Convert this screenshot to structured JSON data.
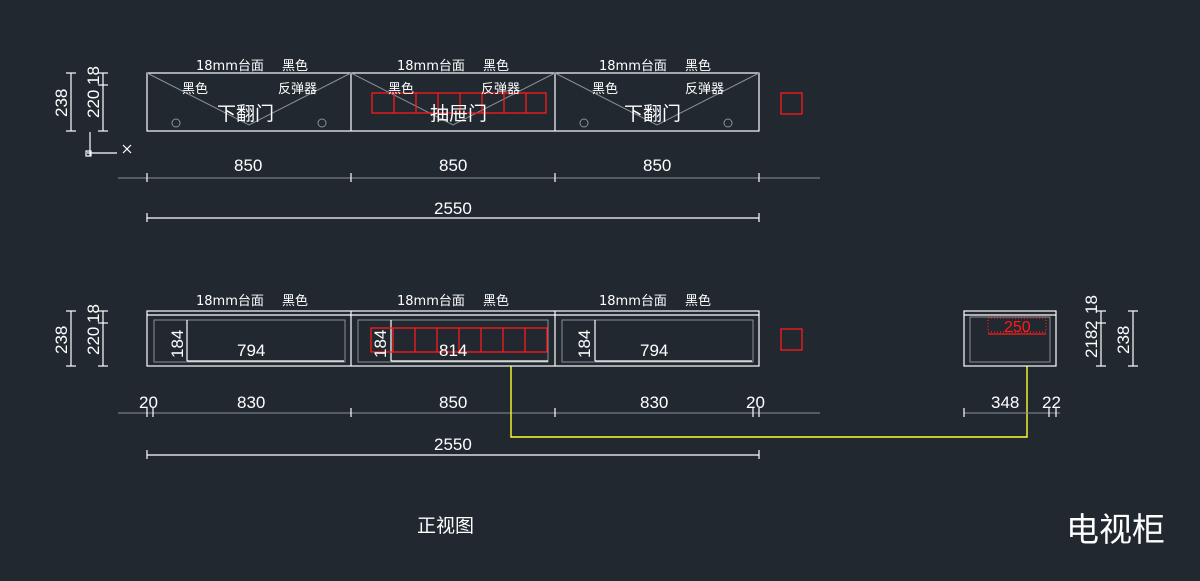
{
  "top_view": {
    "panels": [
      {
        "top_label": "18mm台面",
        "top_color": "黑色",
        "left_note": "黑色",
        "right_note": "反弹器",
        "name": "下翻门"
      },
      {
        "top_label": "18mm台面",
        "top_color": "黑色",
        "left_note": "黑色",
        "right_note": "反弹器",
        "name": "抽屉门"
      },
      {
        "top_label": "18mm台面",
        "top_color": "黑色",
        "left_note": "黑色",
        "right_note": "反弹器",
        "name": "下翻门"
      }
    ],
    "dims": {
      "h_total": "238",
      "h_body": "220",
      "h_top": "18",
      "w1": "850",
      "w2": "850",
      "w3": "850",
      "total": "2550"
    }
  },
  "front_view": {
    "panels": [
      {
        "top_label": "18mm台面",
        "top_color": "黑色",
        "inner_h": "184",
        "inner_w": "794"
      },
      {
        "top_label": "18mm台面",
        "top_color": "黑色",
        "inner_h": "184",
        "inner_w": "814"
      },
      {
        "top_label": "18mm台面",
        "top_color": "黑色",
        "inner_h": "184",
        "inner_w": "794"
      }
    ],
    "dims": {
      "h_total": "238",
      "h_body": "220",
      "h_top": "18",
      "side_l": "20",
      "w1": "830",
      "w2": "850",
      "w3": "830",
      "side_r": "20",
      "total": "2550"
    }
  },
  "side_view": {
    "inner_w": "250",
    "dims": {
      "h_a": "218",
      "h_b": "2",
      "h_c": "18",
      "h_total": "238",
      "depth": "348",
      "back": "22"
    }
  },
  "labels": {
    "view_name": "正视图",
    "drawing_title": "电视柜"
  },
  "colors": {
    "background": "#212830",
    "lines": "#ffffff",
    "drawers": "#ff1a1a",
    "leader": "#ffff33"
  }
}
